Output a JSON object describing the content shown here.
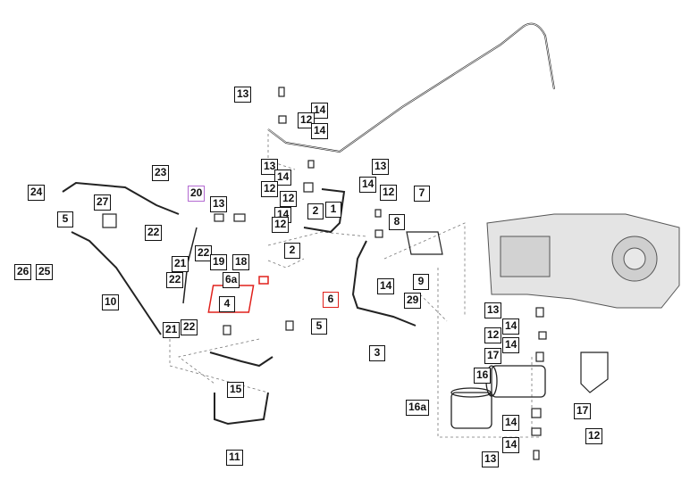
{
  "accent": {
    "highlight_red": "#e0201b",
    "highlight_purple": "#b36ad1",
    "line": "#111111",
    "leader": "#777777"
  },
  "callouts": [
    "13",
    "14",
    "12",
    "14",
    "13",
    "14",
    "12",
    "14",
    "12",
    "2",
    "1",
    "2",
    "13",
    "12",
    "13",
    "14",
    "12",
    "7",
    "8",
    "14",
    "9",
    "29",
    "3",
    "23",
    "20",
    "24",
    "27",
    "5",
    "22",
    "22",
    "19",
    "18",
    "21",
    "26",
    "25",
    "10",
    "6a",
    "6",
    "4",
    "5",
    "22",
    "21",
    "22",
    "15",
    "11",
    "13",
    "14",
    "12",
    "14",
    "17",
    "16",
    "16a",
    "17",
    "14",
    "12",
    "14",
    "13"
  ]
}
